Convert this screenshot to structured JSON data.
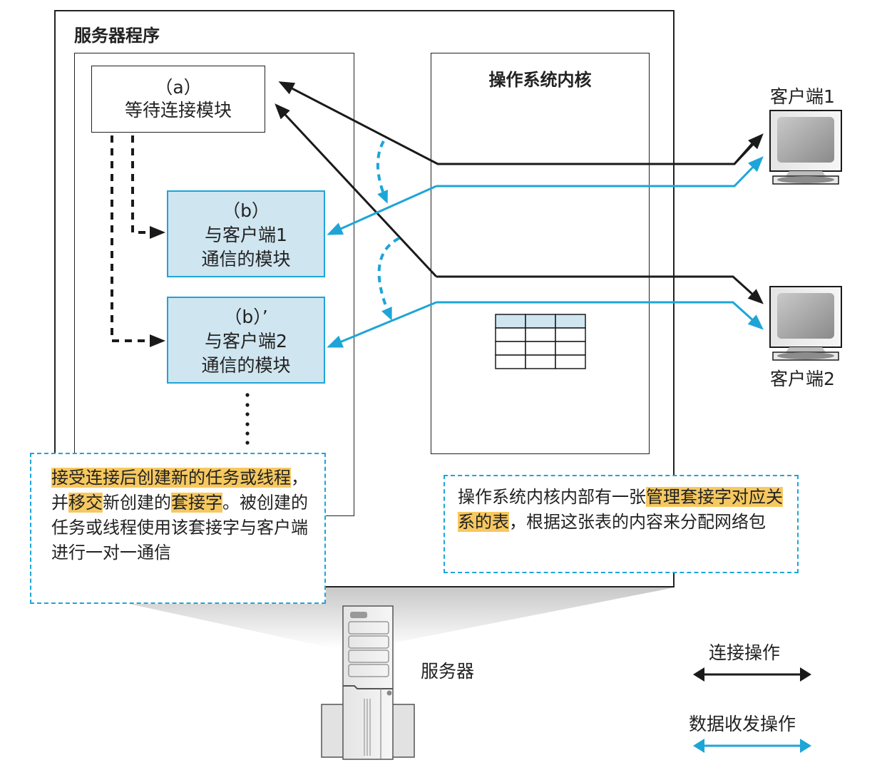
{
  "server_program": {
    "title": "服务器程序"
  },
  "module_a": {
    "tag": "（a）",
    "name": "等待连接模块"
  },
  "module_b1": {
    "tag": "（b）",
    "line1": "与客户端1",
    "line2": "通信的模块"
  },
  "module_b2": {
    "tag": "（b）’",
    "line1": "与客户端2",
    "line2": "通信的模块"
  },
  "kernel": {
    "title": "操作系统内核",
    "table": {
      "rows": 4,
      "cols": 3
    }
  },
  "clients": [
    {
      "label": "客户端1"
    },
    {
      "label": "客户端2"
    }
  ],
  "server": {
    "label": "服务器"
  },
  "note_left": {
    "segments": [
      {
        "text": "接受连接后创建新的任务或线程",
        "highlight": true
      },
      {
        "text": "，并",
        "highlight": false
      },
      {
        "text": "移交",
        "highlight": true
      },
      {
        "text": "新创建的",
        "highlight": false
      },
      {
        "text": "套接字",
        "highlight": true
      },
      {
        "text": "。被创建的任务或线程使用该套接字与客户端进行一对一通信",
        "highlight": false
      }
    ]
  },
  "note_right": {
    "segments": [
      {
        "text": "操作系统内核内部有一张",
        "highlight": false
      },
      {
        "text": "管理套接字对应关系的表",
        "highlight": true
      },
      {
        "text": "，根据这张表的内容来分配网络包",
        "highlight": false
      }
    ]
  },
  "legend": {
    "connect": {
      "label": "连接操作",
      "color": "#1a1a1a"
    },
    "data": {
      "label": "数据收发操作",
      "color": "#1ea5d8"
    }
  },
  "colors": {
    "accent": "#1ea5d8",
    "module_fill": "#cfe5f0",
    "highlight": "#f6c860",
    "line": "#1a1a1a"
  }
}
